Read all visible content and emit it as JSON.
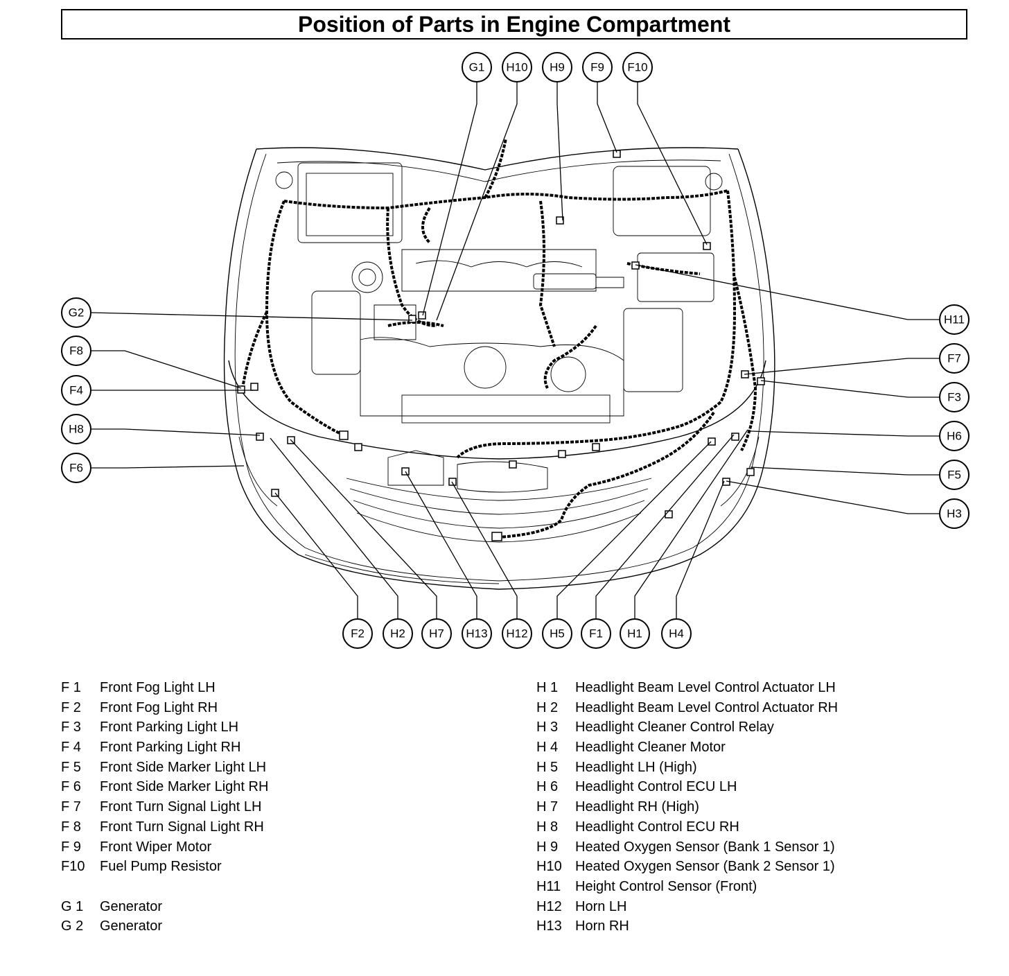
{
  "title": "Position of Parts in Engine Compartment",
  "callouts": {
    "G1": "G1",
    "H10": "H10",
    "H9": "H9",
    "F9": "F9",
    "F10": "F10",
    "G2": "G2",
    "F8": "F8",
    "F4": "F4",
    "H8": "H8",
    "F6": "F6",
    "H11": "H11",
    "F7": "F7",
    "F3": "F3",
    "H6": "H6",
    "F5": "F5",
    "H3": "H3",
    "F2": "F2",
    "H2": "H2",
    "H7": "H7",
    "H13": "H13",
    "H12": "H12",
    "H5": "H5",
    "F1": "F1",
    "H1": "H1",
    "H4": "H4"
  },
  "legend_left": [
    {
      "code": "F  1",
      "name": "Front Fog Light LH"
    },
    {
      "code": "F  2",
      "name": "Front Fog Light RH"
    },
    {
      "code": "F  3",
      "name": "Front Parking Light LH"
    },
    {
      "code": "F  4",
      "name": "Front Parking Light RH"
    },
    {
      "code": "F  5",
      "name": "Front Side Marker Light LH"
    },
    {
      "code": "F  6",
      "name": "Front Side Marker Light RH"
    },
    {
      "code": "F  7",
      "name": "Front Turn Signal Light LH"
    },
    {
      "code": "F  8",
      "name": "Front Turn Signal Light RH"
    },
    {
      "code": "F  9",
      "name": "Front Wiper Motor"
    },
    {
      "code": "F10",
      "name": "Fuel Pump Resistor"
    }
  ],
  "legend_left_g": [
    {
      "code": "G  1",
      "name": "Generator"
    },
    {
      "code": "G  2",
      "name": "Generator"
    }
  ],
  "legend_right": [
    {
      "code": "H  1",
      "name": "Headlight Beam Level Control Actuator LH"
    },
    {
      "code": "H  2",
      "name": "Headlight Beam Level Control Actuator RH"
    },
    {
      "code": "H  3",
      "name": "Headlight Cleaner Control Relay"
    },
    {
      "code": "H  4",
      "name": "Headlight Cleaner Motor"
    },
    {
      "code": "H  5",
      "name": "Headlight LH (High)"
    },
    {
      "code": "H  6",
      "name": "Headlight Control ECU LH"
    },
    {
      "code": "H  7",
      "name": "Headlight RH (High)"
    },
    {
      "code": "H  8",
      "name": "Headlight Control ECU RH"
    },
    {
      "code": "H  9",
      "name": "Heated Oxygen Sensor (Bank 1 Sensor 1)"
    },
    {
      "code": "H10",
      "name": "Heated Oxygen Sensor (Bank 2 Sensor 1)"
    },
    {
      "code": "H11",
      "name": "Height Control Sensor (Front)"
    },
    {
      "code": "H12",
      "name": "Horn LH"
    },
    {
      "code": "H13",
      "name": "Horn RH"
    }
  ]
}
